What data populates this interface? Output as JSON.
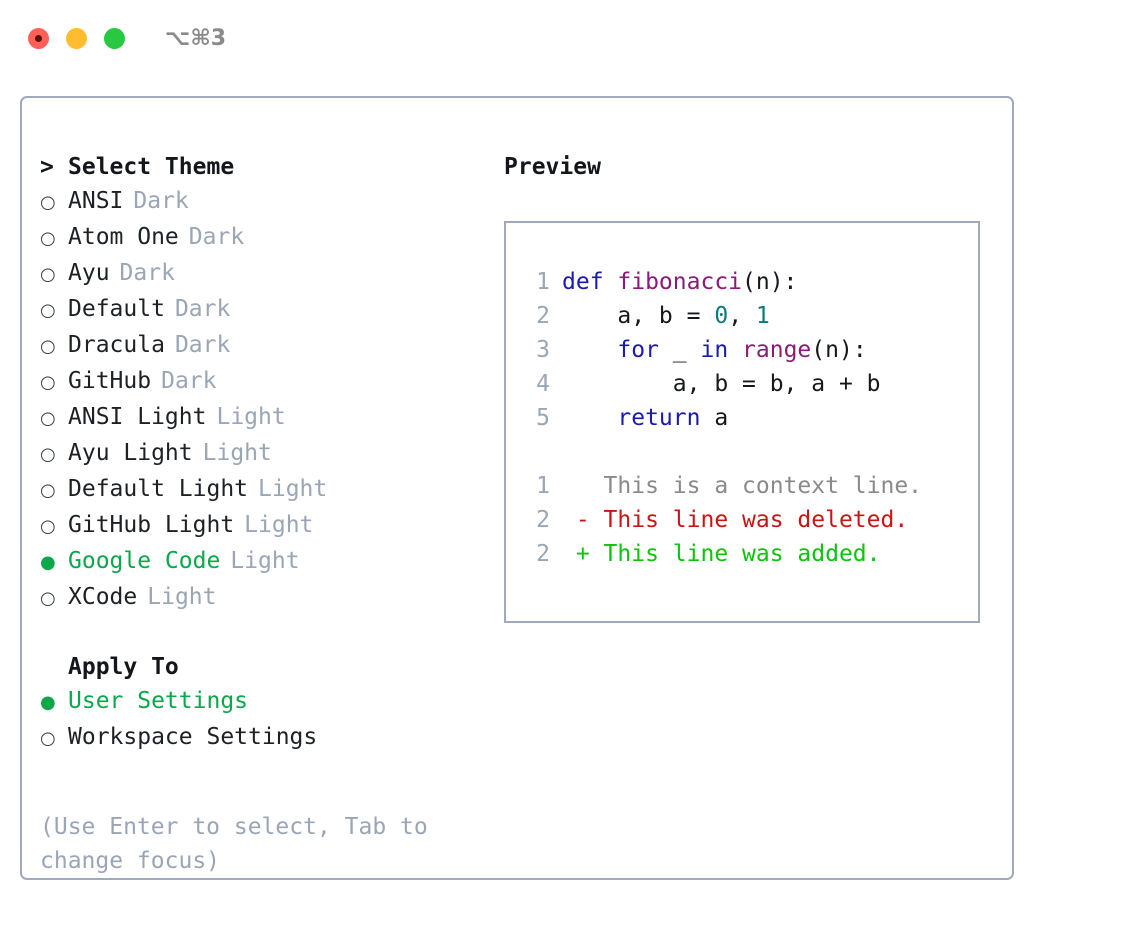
{
  "window": {
    "shortcut": "⌥⌘3",
    "traffic_lights": [
      "close",
      "minimize",
      "maximize"
    ],
    "colors": {
      "close": "#ff6159",
      "minimize": "#febc2e",
      "maximize": "#28c840",
      "accent_green": "#0aa84a",
      "border": "#9fabbd",
      "muted": "#9aa5b5"
    }
  },
  "theme_section": {
    "marker": ">",
    "title": "Select Theme",
    "options": [
      {
        "bullet": "○",
        "name": "ANSI",
        "variant": "Dark",
        "selected": false
      },
      {
        "bullet": "○",
        "name": "Atom One",
        "variant": "Dark",
        "selected": false
      },
      {
        "bullet": "○",
        "name": "Ayu",
        "variant": "Dark",
        "selected": false
      },
      {
        "bullet": "○",
        "name": "Default",
        "variant": "Dark",
        "selected": false
      },
      {
        "bullet": "○",
        "name": "Dracula",
        "variant": "Dark",
        "selected": false
      },
      {
        "bullet": "○",
        "name": "GitHub",
        "variant": "Dark",
        "selected": false
      },
      {
        "bullet": "○",
        "name": "ANSI Light",
        "variant": "Light",
        "selected": false
      },
      {
        "bullet": "○",
        "name": "Ayu Light",
        "variant": "Light",
        "selected": false
      },
      {
        "bullet": "○",
        "name": "Default Light",
        "variant": "Light",
        "selected": false
      },
      {
        "bullet": "○",
        "name": "GitHub Light",
        "variant": "Light",
        "selected": false
      },
      {
        "bullet": "●",
        "name": "Google Code",
        "variant": "Light",
        "selected": true
      },
      {
        "bullet": "○",
        "name": "XCode",
        "variant": "Light",
        "selected": false
      }
    ]
  },
  "apply_section": {
    "title": "Apply To",
    "options": [
      {
        "bullet": "●",
        "name": "User Settings",
        "variant": "",
        "selected": true
      },
      {
        "bullet": "○",
        "name": "Workspace Settings",
        "variant": "",
        "selected": false
      }
    ]
  },
  "hint": "(Use Enter to select, Tab to change focus)",
  "preview": {
    "title": "Preview",
    "code_lines": [
      {
        "num": "1",
        "tokens": [
          {
            "t": "def ",
            "c": "kw"
          },
          {
            "t": "fibonacci",
            "c": "fn"
          },
          {
            "t": "(n):",
            "c": "txt"
          }
        ]
      },
      {
        "num": "2",
        "tokens": [
          {
            "t": "    a, b = ",
            "c": "txt"
          },
          {
            "t": "0",
            "c": "num"
          },
          {
            "t": ", ",
            "c": "txt"
          },
          {
            "t": "1",
            "c": "num"
          }
        ]
      },
      {
        "num": "3",
        "tokens": [
          {
            "t": "    ",
            "c": "txt"
          },
          {
            "t": "for",
            "c": "kw"
          },
          {
            "t": " _ ",
            "c": "txt"
          },
          {
            "t": "in",
            "c": "kw"
          },
          {
            "t": " ",
            "c": "txt"
          },
          {
            "t": "range",
            "c": "fn"
          },
          {
            "t": "(n):",
            "c": "txt"
          }
        ]
      },
      {
        "num": "4",
        "tokens": [
          {
            "t": "        a, b = b, a + b",
            "c": "txt"
          }
        ]
      },
      {
        "num": "5",
        "tokens": [
          {
            "t": "    ",
            "c": "txt"
          },
          {
            "t": "return",
            "c": "kw"
          },
          {
            "t": " a",
            "c": "txt"
          }
        ]
      }
    ],
    "diff_lines": [
      {
        "num": "1",
        "tokens": [
          {
            "t": "   This is a context line.",
            "c": "ctx"
          }
        ]
      },
      {
        "num": "2",
        "tokens": [
          {
            "t": " - This line was deleted.",
            "c": "del"
          }
        ]
      },
      {
        "num": "2",
        "tokens": [
          {
            "t": " + This line was added.",
            "c": "add"
          }
        ]
      }
    ]
  }
}
